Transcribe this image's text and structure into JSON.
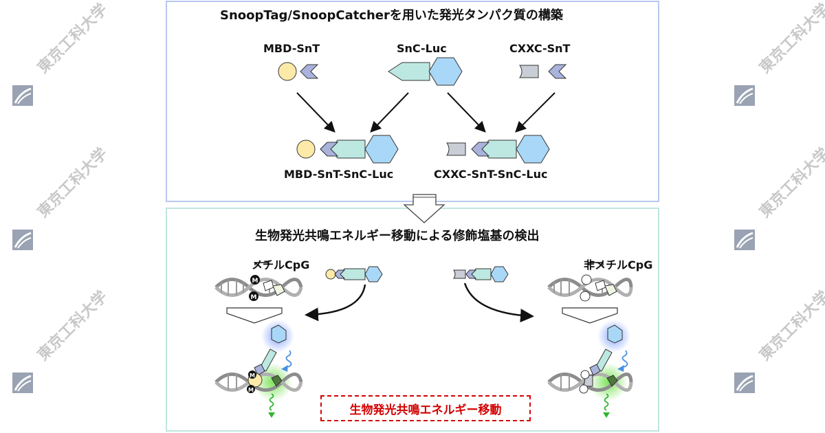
{
  "watermark": {
    "text": "東京工科大学",
    "logo_icon": "university-logo-icon"
  },
  "top_panel": {
    "title": "SnoopTag/SnoopCatcherを用いた発光タンパク質の構築",
    "components": [
      "MBD-SnT",
      "SnC-Luc",
      "CXXC-SnT"
    ],
    "products": [
      "MBD-SnT-SnC-Luc",
      "CXXC-SnT-SnC-Luc"
    ]
  },
  "bottom_panel": {
    "title": "生物発光共鳴エネルギー移動による修飾塩基の検出",
    "left_label": "メチルCpG",
    "right_label": "非メチルCpG",
    "methyl_mark": "M",
    "fret_label": "生物発光共鳴エネルギー移動"
  },
  "colors": {
    "mbd": "#fdeaa8",
    "snooptag": "#a9b3dc",
    "snoopcatcher": "#bde8e2",
    "luciferase": "#a9d7f7",
    "cxxc": "#c9ced6",
    "top_border": "#b7c8ee",
    "bottom_border": "#bfe6df",
    "fret_red": "#d40000"
  }
}
